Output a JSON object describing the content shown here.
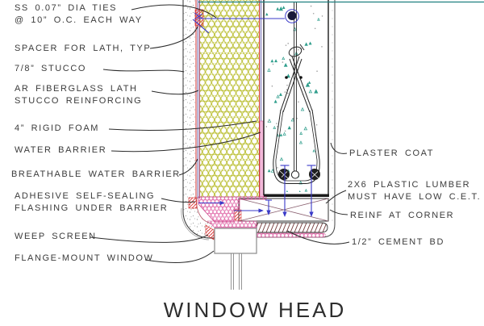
{
  "drawing_title": "WINDOW HEAD",
  "annotations": {
    "left": [
      {
        "id": "ss-ties",
        "text": "SS 0.07” DIA TIES\n@ 10” O.C. EACH WAY"
      },
      {
        "id": "spacer",
        "text": "SPACER FOR LATH, TYP"
      },
      {
        "id": "stucco",
        "text": "7/8” STUCCO"
      },
      {
        "id": "lath",
        "text": "AR FIBERGLASS LATH\nSTUCCO REINFORCING"
      },
      {
        "id": "rigid-foam",
        "text": "4” RIGID FOAM"
      },
      {
        "id": "water-barrier",
        "text": "WATER BARRIER"
      },
      {
        "id": "breathable",
        "text": "BREATHABLE WATER BARRIER"
      },
      {
        "id": "adhesive",
        "text": "ADHESIVE SELF-SEALING\nFLASHING UNDER BARRIER"
      },
      {
        "id": "weep-screen",
        "text": "WEEP SCREEN"
      },
      {
        "id": "flange-window",
        "text": "FLANGE-MOUNT WINDOW"
      }
    ],
    "right": [
      {
        "id": "plaster-coat",
        "text": "PLASTER COAT"
      },
      {
        "id": "plastic-lumber",
        "text": "2X6 PLASTIC LUMBER\nMUST HAVE LOW C.E.T."
      },
      {
        "id": "reinf-corner",
        "text": "REINF AT CORNER"
      },
      {
        "id": "cement-board",
        "text": "1/2” CEMENT BD"
      }
    ]
  },
  "colors": {
    "foam_hatch": "#b9bd2e",
    "flashing_pink": "#df5fa3",
    "red_hatch": "#e03434",
    "tie_blue": "#3a3ac8",
    "teal_line": "#1e7f7f",
    "concrete_speckle": "#2f9e8c",
    "barrier_red": "#d23333",
    "barrier_purple": "#5a4b9e",
    "barrier_maroon": "#9c3a5a",
    "line_dark": "#1a1a1a",
    "window_gray": "#8a8a8a",
    "cement_hatch": "#7c4646",
    "label_text": "#3b3b3b"
  }
}
